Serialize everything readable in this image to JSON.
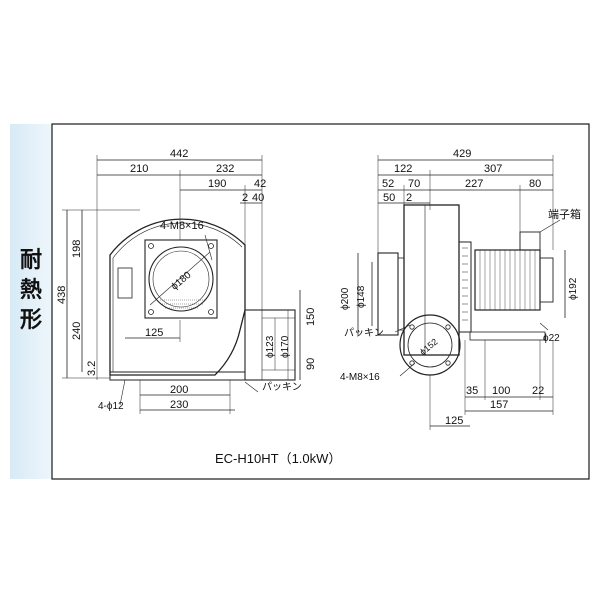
{
  "side_label": [
    "耐",
    "熱",
    "形"
  ],
  "caption": "EC-H10HT（1.0kW）",
  "front_view": {
    "dims": {
      "overall_width": "442",
      "left_width": "210",
      "right_width": "232",
      "outlet_offset": "190",
      "outlet_flange": "42",
      "flange_a": "2",
      "flange_b": "40",
      "total_height": "438",
      "upper_height": "198",
      "lower_height": "240",
      "base_thickness": "3.2",
      "outlet_height": "150",
      "outlet_center_height": "90",
      "inlet_offset": "125",
      "base_inner": "200",
      "base_outer": "230",
      "outlet_dia_1": "ϕ123",
      "outlet_dia_2": "ϕ170",
      "inlet_dia": "ϕ180"
    },
    "labels": {
      "bolt_spec": "4-M8×16",
      "mount_holes": "4-ϕ12",
      "gasket": "パッキン"
    }
  },
  "side_view": {
    "dims": {
      "overall_length": "429",
      "front_part": "122",
      "rear_part": "307",
      "d52": "52",
      "d70": "70",
      "d227": "227",
      "d80": "80",
      "d50": "50",
      "d2": "2",
      "inlet_flange_dia": "ϕ200",
      "inlet_dia": "ϕ148",
      "motor_dia": "ϕ192",
      "shaft_dia": "ϕ22",
      "outlet_dia": "ϕ152",
      "d35": "35",
      "d100": "100",
      "d22": "22",
      "d157": "157",
      "d125": "125"
    },
    "labels": {
      "terminal_box": "端子箱",
      "gasket": "パッキン",
      "bolt_spec": "4-M8×16"
    }
  },
  "colors": {
    "frame": "#1a1a1a",
    "side_tab": "#d7eaf6",
    "line": "#222222"
  }
}
